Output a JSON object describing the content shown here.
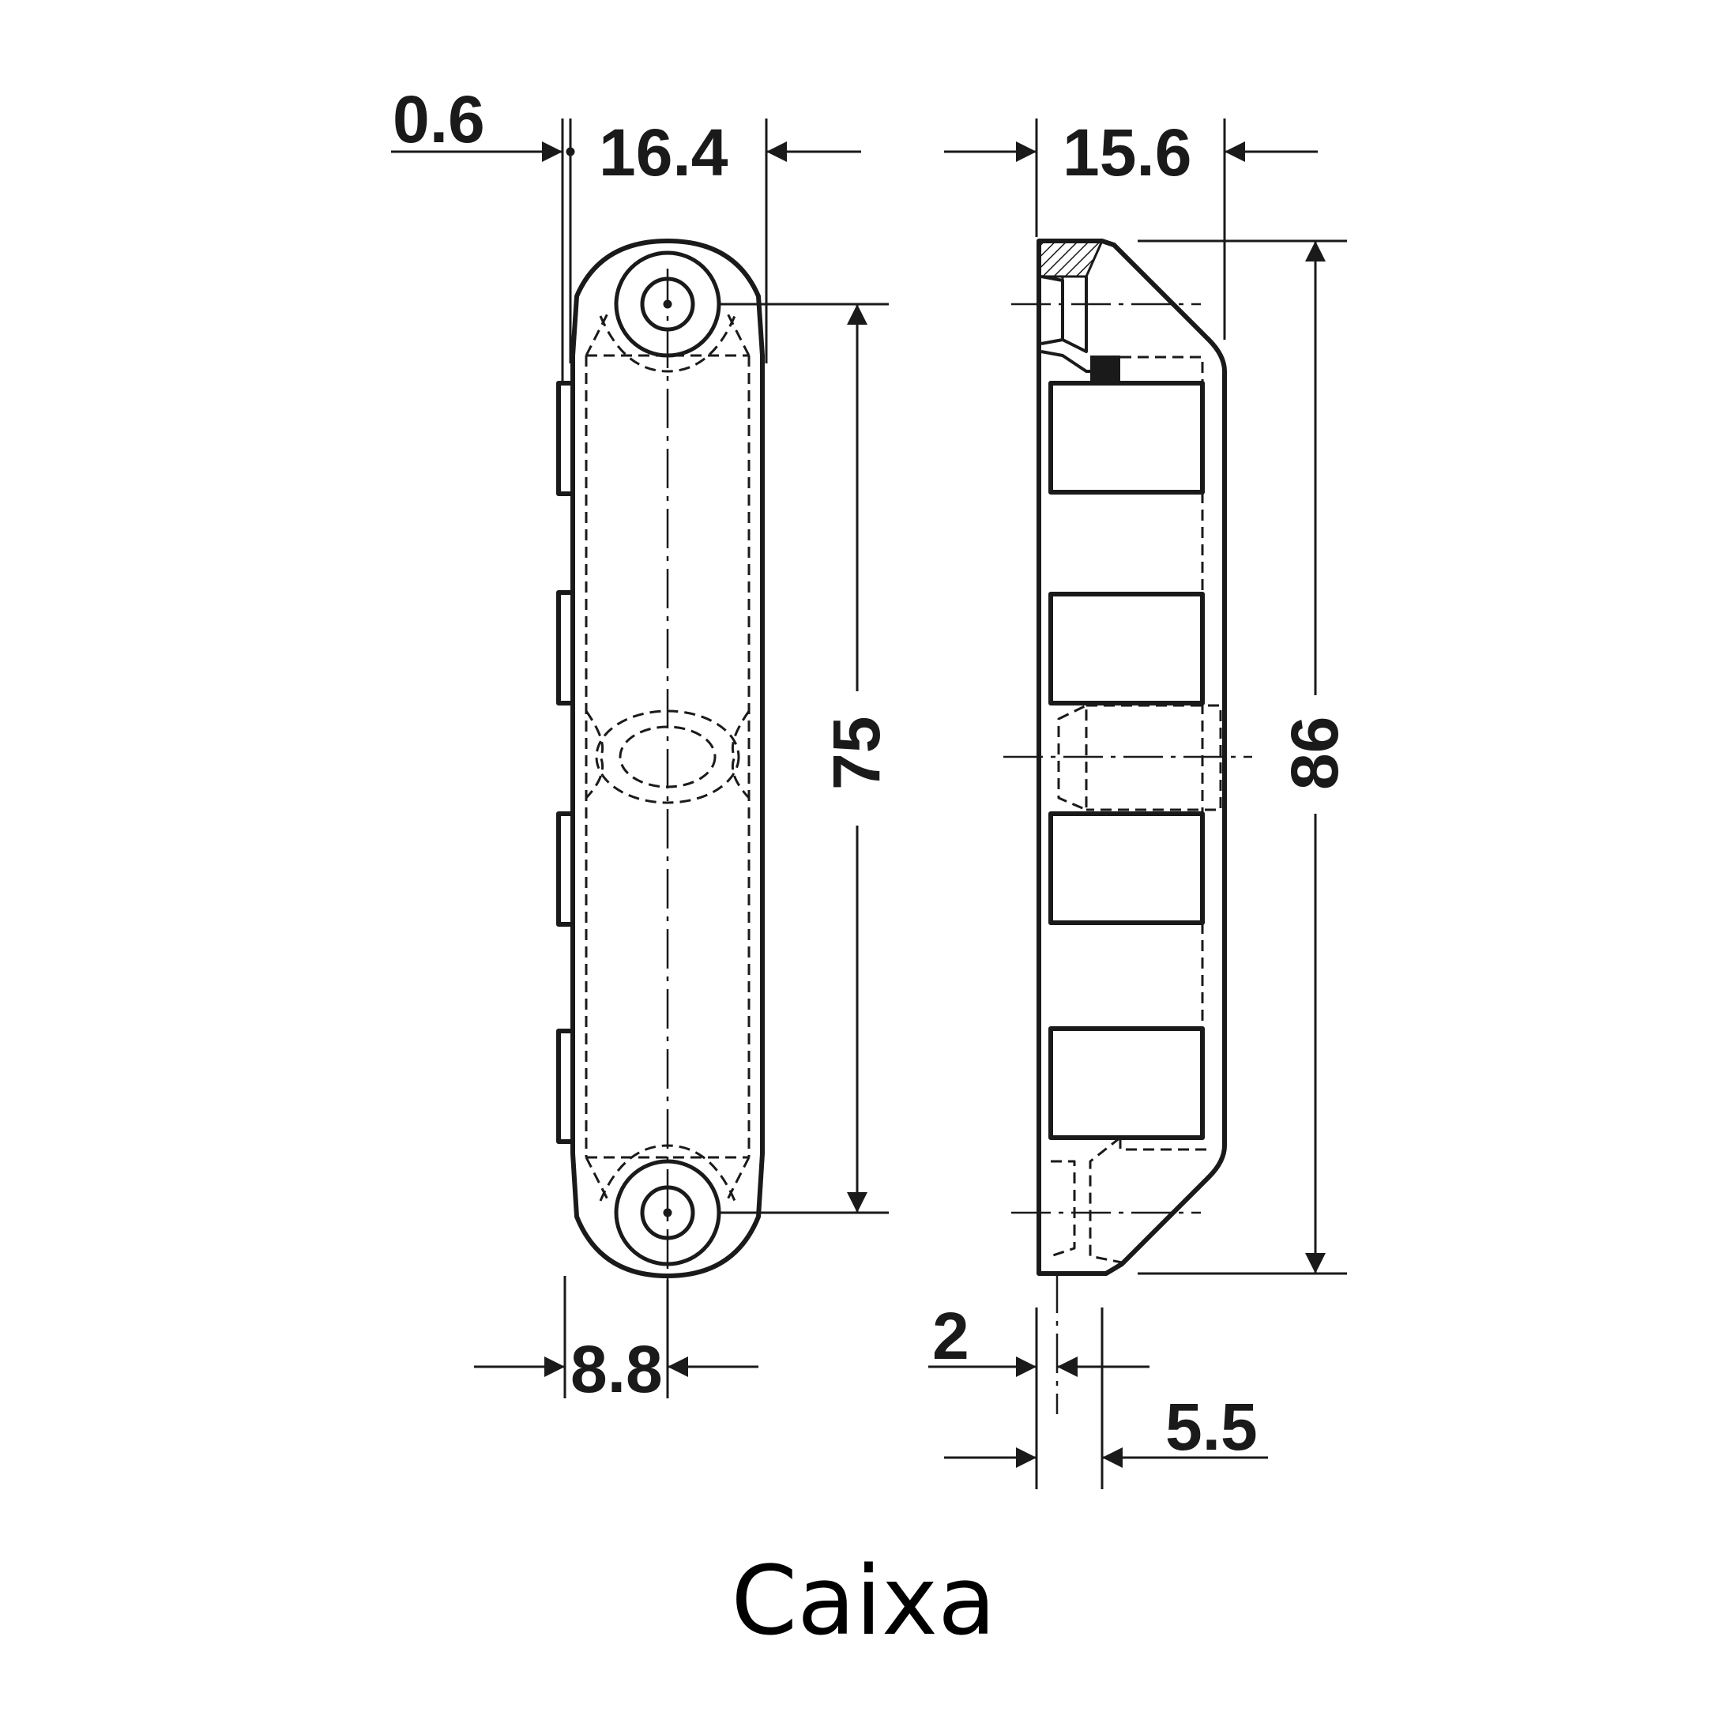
{
  "caption": "Caixa",
  "colors": {
    "ink": "#1a1a1a",
    "background": "#ffffff"
  },
  "dimensions": {
    "front_offset": "0.6",
    "front_width": "16.4",
    "hole_spacing": "75",
    "hole_offset": "8.8",
    "side_width": "15.6",
    "side_height": "86",
    "base_thickness": "2",
    "screw_offset": "5.5"
  }
}
